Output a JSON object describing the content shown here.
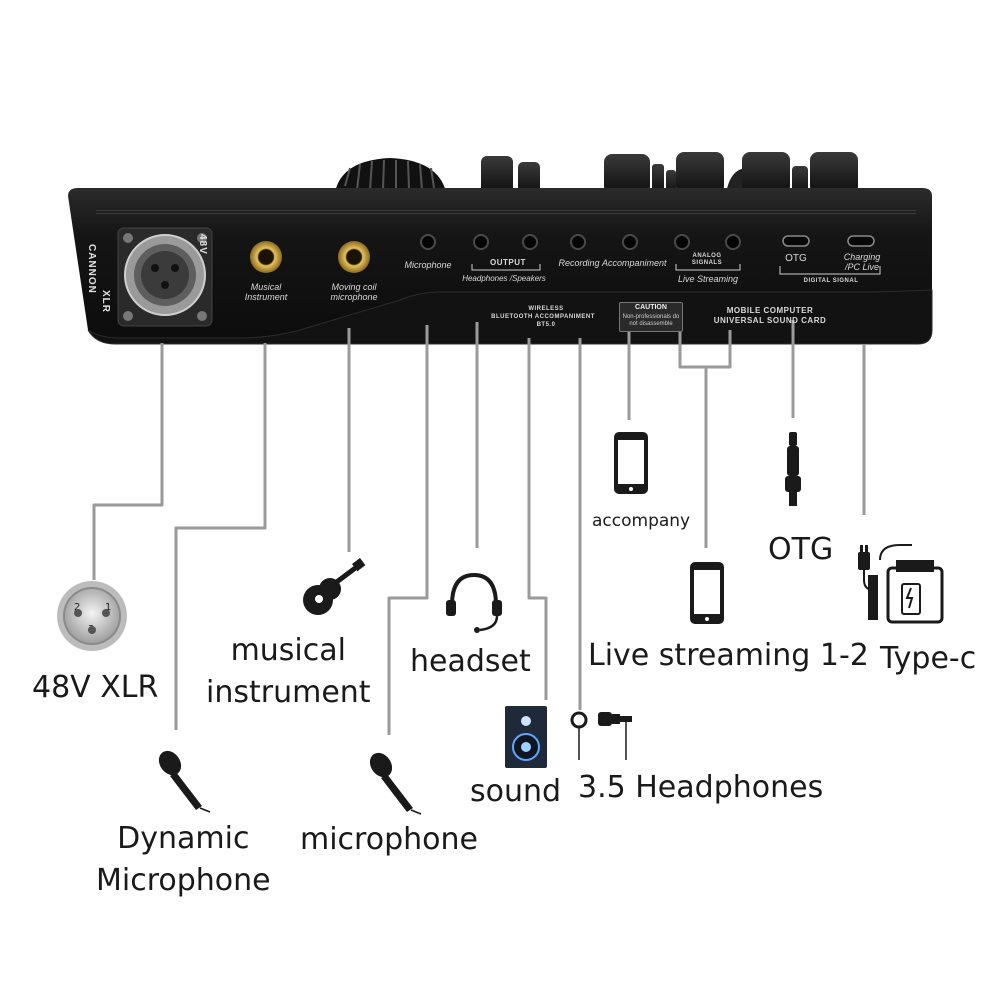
{
  "device": {
    "cannon_label": "CANNON",
    "xlr_label": "XLR",
    "v48_label": "48V",
    "panel_port_labels": {
      "musical_instrument": "Musical Instrument",
      "moving_coil_microphone": "Moving coil microphone",
      "microphone": "Microphone",
      "output": "OUTPUT",
      "headphones_speakers": "Headphones /Speakers",
      "recording": "Recording",
      "accompaniment": "Accompaniment",
      "analog_signals": "ANALOG SIGNALS",
      "live_streaming": "Live Streaming",
      "otg": "OTG",
      "charging_pc_live": "Charging /PC Live",
      "digital_signal": "DIGITAL SIGNAL",
      "wireless": "WIRELESS",
      "bluetooth_accompaniment": "BLUETOOTH ACCOMPANIMENT",
      "bt_version": "BT5.0",
      "caution_title": "CAUTION",
      "caution_text": "Non-professionals do not disassemble",
      "brand_line1": "MOBILE COMPUTER",
      "brand_line2": "UNIVERSAL SOUND CARD"
    }
  },
  "labels": {
    "xlr": "48V XLR",
    "dynamic_mic": "Dynamic\nMicrophone",
    "musical_instrument": "musical\ninstrument",
    "microphone": "microphone",
    "headset": "headset",
    "sound": "sound",
    "headphones": "3.5 Headphones",
    "accompany": "accompany",
    "live_streaming": "Live streaming 1-2",
    "otg": "OTG",
    "typec": "Type-c"
  },
  "icons": [
    "xlr-connector-icon",
    "microphone-icon",
    "guitar-icon",
    "headset-icon",
    "speaker-icon",
    "earphone-icon",
    "smartphone-icon",
    "otg-cable-icon",
    "type-c-charger-icon"
  ],
  "colors": {
    "device_body": "#1c1c1c",
    "jack_gold": "#c9a23a",
    "connector_line": "#9a9a9a",
    "text": "#1a1a1a"
  }
}
